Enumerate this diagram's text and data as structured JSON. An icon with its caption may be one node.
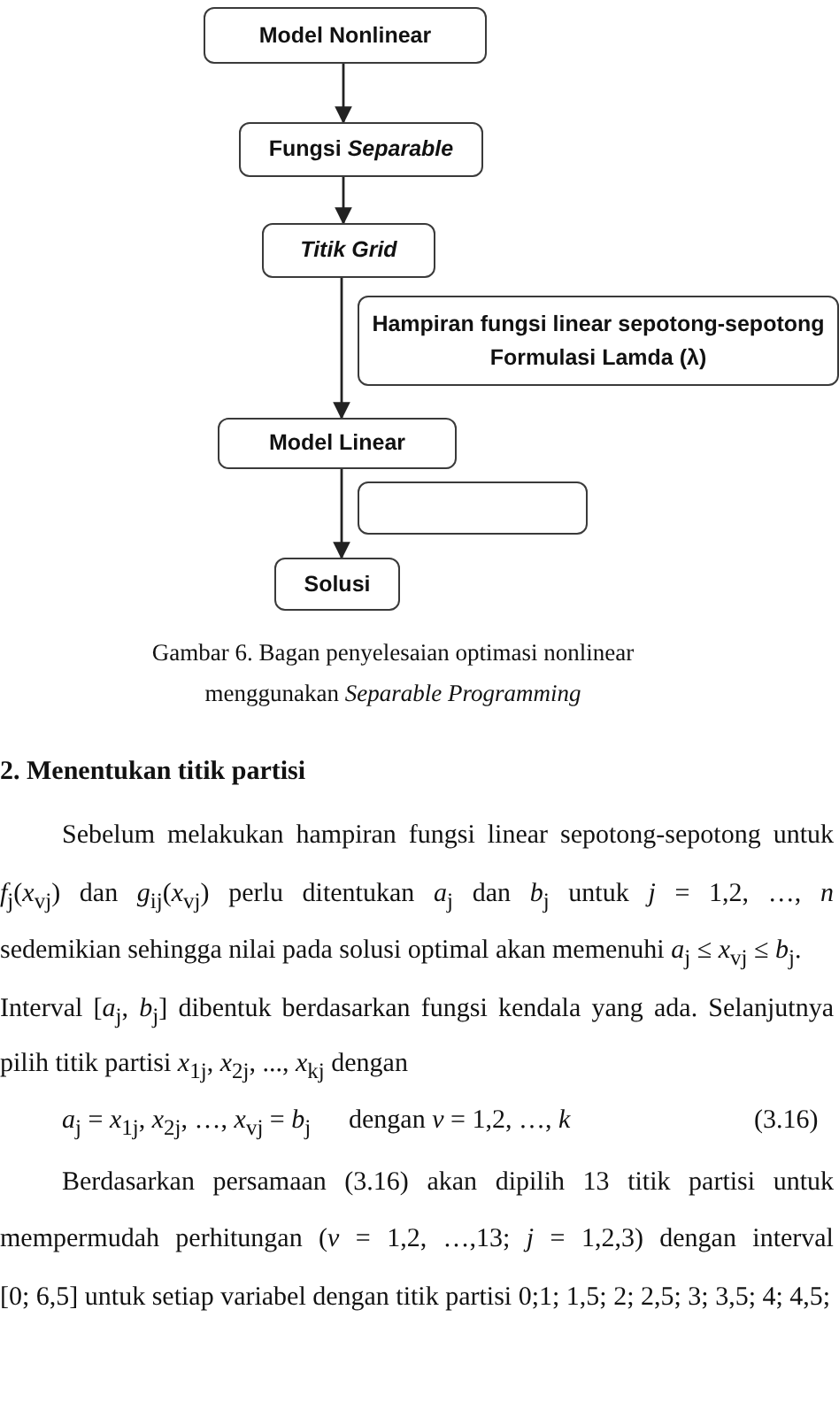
{
  "diagram": {
    "caption": "Gambar 6. Bagan penyelesaian optimasi nonlinear menggunakan *Separable Programming*",
    "nodes": [
      {
        "text": [
          "Model Nonlinear"
        ]
      },
      {
        "text": [
          "Fungsi *Separable*"
        ]
      },
      {
        "text": [
          "Titik Grid"
        ]
      },
      {
        "text": [
          "Hampiran fungsi linear sepotong-sepotong",
          "Formulasi Lamda (λ)"
        ]
      },
      {
        "text": [
          "Model Linear"
        ]
      },
      {
        "text": [],
        "shape": "box"
      },
      {
        "text": [
          "Solusi"
        ]
      }
    ],
    "edges": [
      {
        "from": 0,
        "to": 1,
        "arrow": "to"
      },
      {
        "from": 1,
        "to": 2,
        "arrow": "to"
      },
      {
        "from": 2,
        "to": 4,
        "arrow": "to"
      },
      {
        "from": 4,
        "to": 6,
        "arrow": "to"
      }
    ],
    "labels": [
      "2. Menentukan titik partisi",
      "Sebelum melakukan hampiran fungsi linear sepotong-sepotong untuk",
      "*f*$_{j}$(*x*$_{vj}$) dan *g*$_{ij}$(*x*$_{vj}$) perlu ditentukan *a*$_{j}$ dan *b*$_{j}$ untuk *j* = 1,2, …, *n*",
      "sedemikian sehingga nilai pada solusi optimal akan memenuhi *a*$_{j}$ ≤ *x*$_{vj}$ ≤ *b*$_{j}$.",
      "Interval [*a*$_{j}$, *b*$_{j}$] dibentuk berdasarkan fungsi kendala yang ada. Selanjutnya",
      "pilih titik partisi *x*$_{1j}$, *x*$_{2j}$, ..., *x*$_{kj}$ dengan",
      "*a*$_{j}$ = *x*$_{1j}$, *x*$_{2j}$, …, *x*$_{vj}$ = *b*$_{j}$",
      "dengan *v* = 1,2, …, *k*",
      "(3.16)",
      "Berdasarkan persamaan (3.16) akan dipilih 13 titik partisi untuk",
      "mempermudah perhitungan (*v* = 1,2, …,13; *j* = 1,2,3) dengan interval",
      "[0; 6,5] untuk setiap variabel dengan titik partisi 0;1; 1,5; 2; 2,5; 3; 3,5; 4; 4,5;"
    ]
  }
}
